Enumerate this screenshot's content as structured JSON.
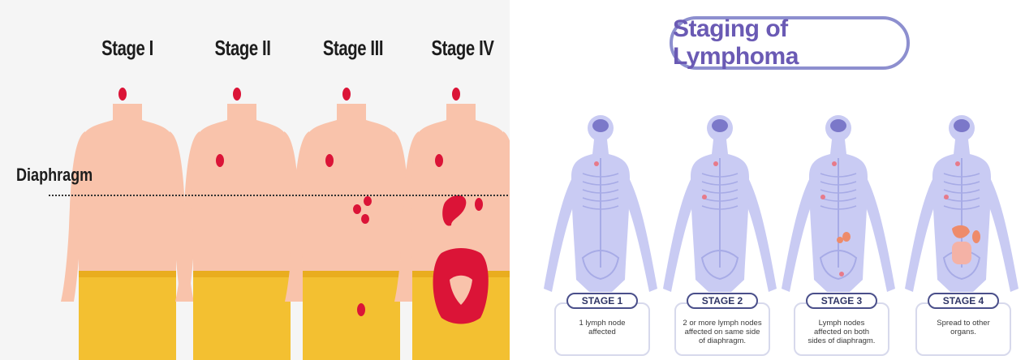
{
  "left_diagram": {
    "stage_labels": [
      "Stage I",
      "Stage II",
      "Stage III",
      "Stage IV"
    ],
    "diaphragm_label": "Diaphragm",
    "colors": {
      "skin": "#f9c3ab",
      "shorts": "#f3c031",
      "lesion": "#db1437",
      "line": "#333333",
      "background": "#f5f5f5"
    }
  },
  "right_diagram": {
    "title": "Staging of Lymphoma",
    "stages": [
      {
        "tag": "STAGE 1",
        "description": [
          "1 lymph node",
          "affected"
        ]
      },
      {
        "tag": "STAGE 2",
        "description": [
          "2 or more lymph nodes",
          "affected on same side",
          "of diaphragm."
        ]
      },
      {
        "tag": "STAGE 3",
        "description": [
          "Lymph nodes",
          "affected on both",
          "sides of diaphragm."
        ]
      },
      {
        "tag": "STAGE 4",
        "description": [
          "Spread to other",
          "organs."
        ]
      }
    ],
    "colors": {
      "body": "#c9cbf3",
      "body_outline": "#a7abe6",
      "brain": "#7b78c9",
      "node": "#e77a8a",
      "organ": "#ee8b6a",
      "title": "#6a5ab4",
      "pill_border": "#8d8fcf"
    }
  }
}
